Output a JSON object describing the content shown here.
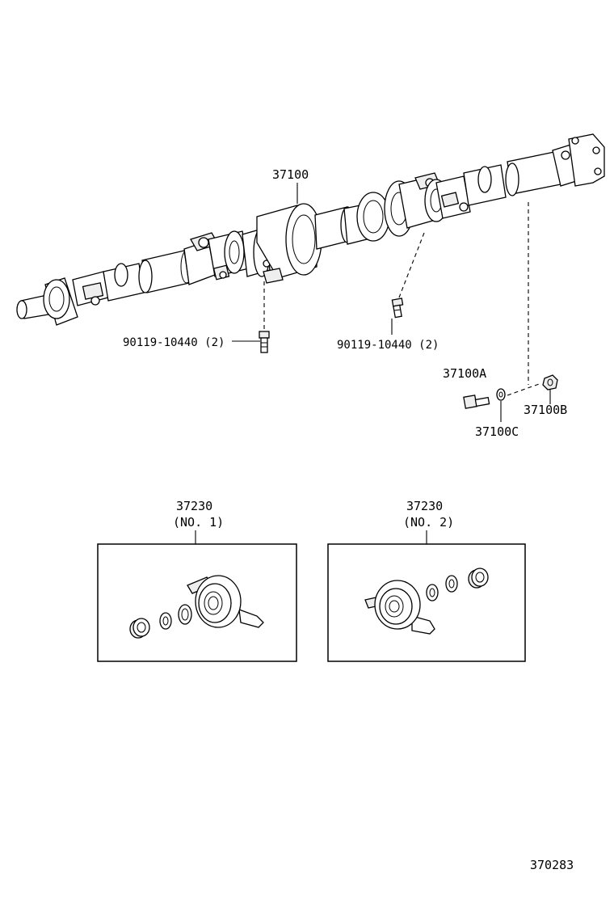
{
  "labels": {
    "propeller_shaft": "37100",
    "bolt_left": "90119-10440 (2)",
    "bolt_right": "90119-10440 (2)",
    "part_a": "37100A",
    "part_b": "37100B",
    "part_c": "37100C",
    "bearing_no1_part": "37230",
    "bearing_no1_variant": "(NO. 1)",
    "bearing_no2_part": "37230",
    "bearing_no2_variant": "(NO. 2)",
    "figure_id": "370283"
  }
}
